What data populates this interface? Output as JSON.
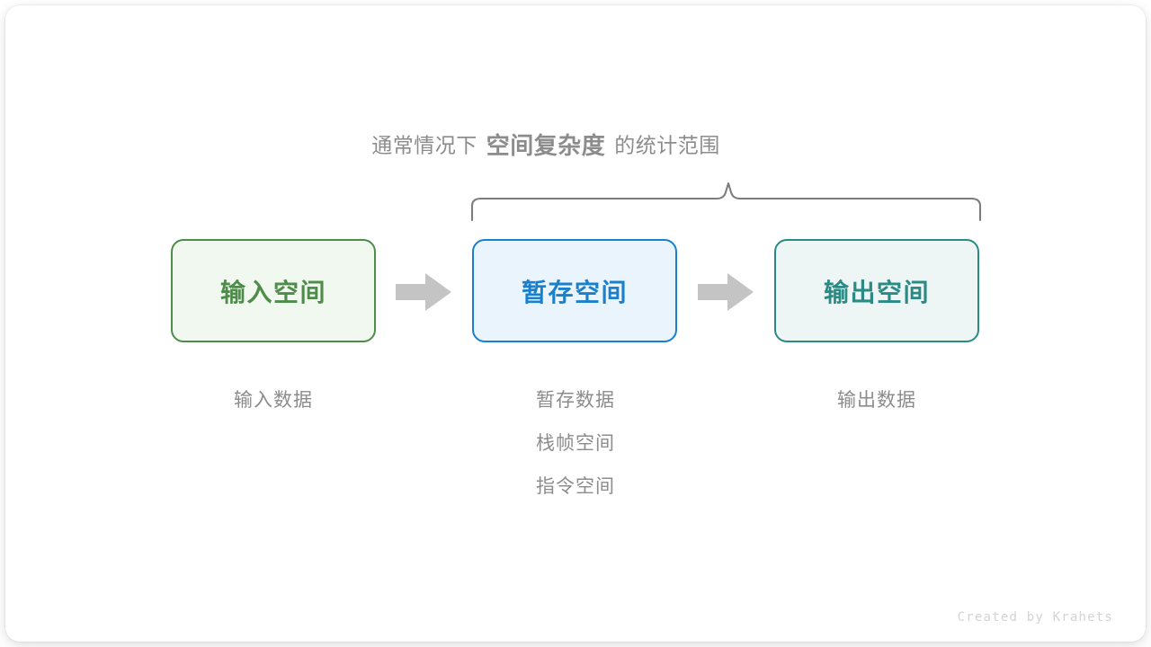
{
  "diagram": {
    "title_prefix": "通常情况下",
    "title_emphasis": "空间复杂度",
    "title_suffix": "的统计范围",
    "brace_label": "brace-bracket"
  },
  "boxes": [
    {
      "id": "input",
      "label": "输入空间",
      "border_color": "#4e8c4a",
      "fill_color": "#f1f8ef",
      "text_color": "#4e8c4a"
    },
    {
      "id": "temp",
      "label": "暂存空间",
      "border_color": "#1a80cc",
      "fill_color": "#e9f4fd",
      "text_color": "#1a80cc"
    },
    {
      "id": "output",
      "label": "输出空间",
      "border_color": "#2a8a85",
      "fill_color": "#edf6f4",
      "text_color": "#2a8a85"
    }
  ],
  "arrows": [
    {
      "id": "arrow-1",
      "name": "right-arrow-icon",
      "color": "#c4c4c4"
    },
    {
      "id": "arrow-2",
      "name": "right-arrow-icon",
      "color": "#c4c4c4"
    }
  ],
  "captions": {
    "input": [
      "输入数据"
    ],
    "temp": [
      "暂存数据",
      "栈帧空间",
      "指令空间"
    ],
    "output": [
      "输出数据"
    ]
  },
  "footer": {
    "credit": "Created by Krahets"
  },
  "colors": {
    "muted_text": "#8c8c8c",
    "brace_stroke": "#7d7d7d",
    "page_background": "#ffffff",
    "credit_text": "#d4d4d4"
  }
}
